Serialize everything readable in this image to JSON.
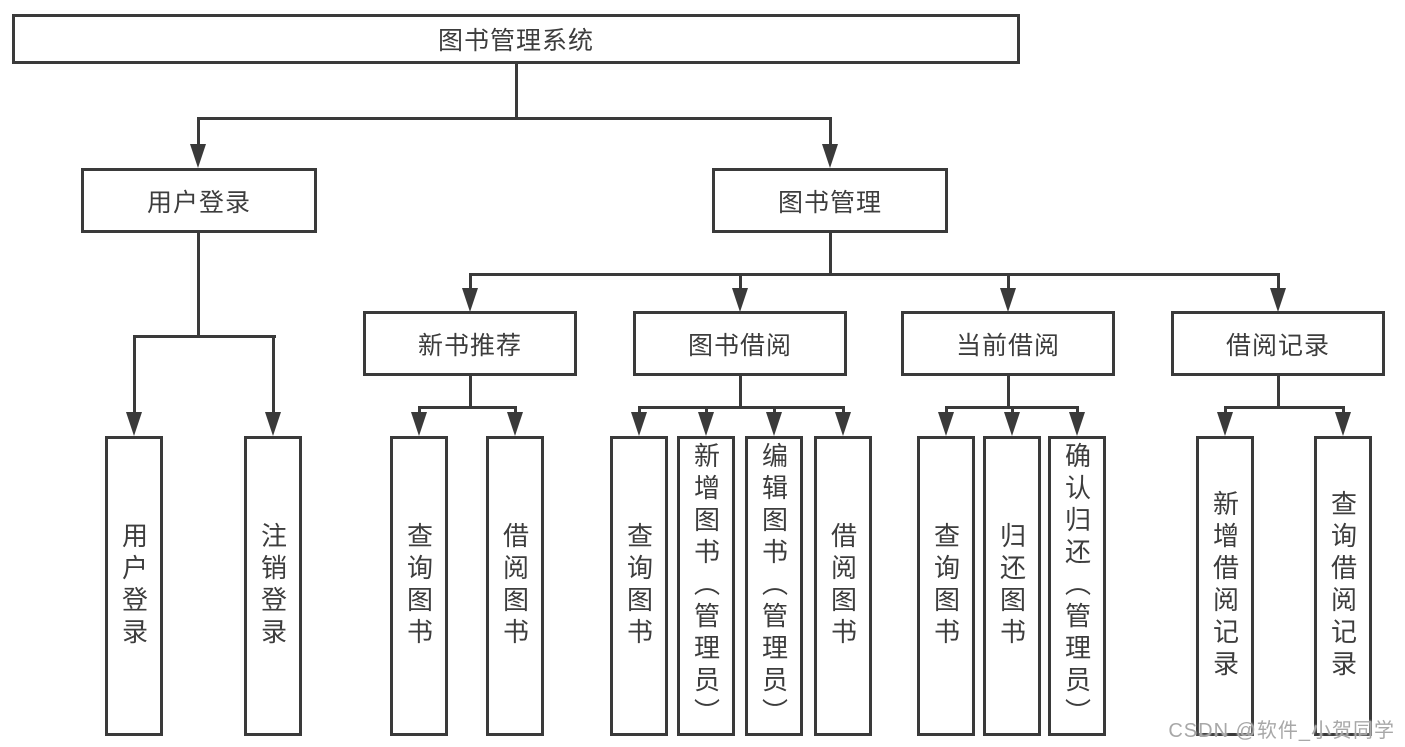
{
  "diagram": {
    "root": {
      "label": "图书管理系统"
    },
    "branches": [
      {
        "label": "用户登录",
        "children": [
          {
            "label": "用户登录"
          },
          {
            "label": "注销登录"
          }
        ]
      },
      {
        "label": "图书管理",
        "children": [
          {
            "label": "新书推荐",
            "children": [
              {
                "label": "查询图书"
              },
              {
                "label": "借阅图书"
              }
            ]
          },
          {
            "label": "图书借阅",
            "children": [
              {
                "label": "查询图书"
              },
              {
                "label": "新增图书（管理员）"
              },
              {
                "label": "编辑图书（管理员）"
              },
              {
                "label": "借阅图书"
              }
            ]
          },
          {
            "label": "当前借阅",
            "children": [
              {
                "label": "查询图书"
              },
              {
                "label": "归还图书"
              },
              {
                "label": "确认归还（管理员）"
              }
            ]
          },
          {
            "label": "借阅记录",
            "children": [
              {
                "label": "新增借阅记录"
              },
              {
                "label": "查询借阅记录"
              }
            ]
          }
        ]
      }
    ]
  },
  "watermark": {
    "text": "CSDN @软件_小贺同学"
  },
  "colors": {
    "line": "#3a3a3a",
    "text": "#3d3d3d",
    "watermark": "#a8a8a8",
    "background": "#ffffff"
  }
}
